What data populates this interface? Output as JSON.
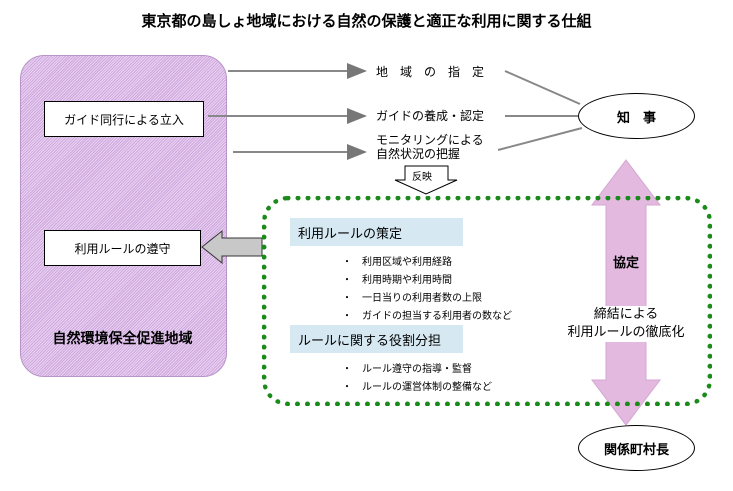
{
  "title": "東京都の島しょ地域における自然の保護と適正な利用に関する仕組",
  "region": {
    "label": "自然環境保全促進地域"
  },
  "left_boxes": {
    "guide_entry": "ガイド同行による立入",
    "rule_compliance": "利用ルールの遵守"
  },
  "arrows": {
    "designation": "地　域　の　指　定",
    "guide_training": "ガイドの養成・認定",
    "monitoring_line1": "モニタリングによる",
    "monitoring_line2": "自然状況の把握",
    "reflect": "反映"
  },
  "governor": "知　事",
  "municipal_head": "関係町村長",
  "agreement": {
    "label": "協定",
    "description_line1": "締結による",
    "description_line2": "利用ルールの徹底化"
  },
  "rule_setting": {
    "heading": "利用ルールの策定",
    "items": [
      "利用区域や利用経路",
      "利用時期や利用時間",
      "一日当りの利用者数の上限",
      "ガイドの担当する利用者の数など"
    ]
  },
  "role_sharing": {
    "heading": "ルールに関する役割分担",
    "items": [
      "ルール遵守の指導・監督",
      "ルールの運営体制の整備など"
    ]
  },
  "bullet": "・"
}
